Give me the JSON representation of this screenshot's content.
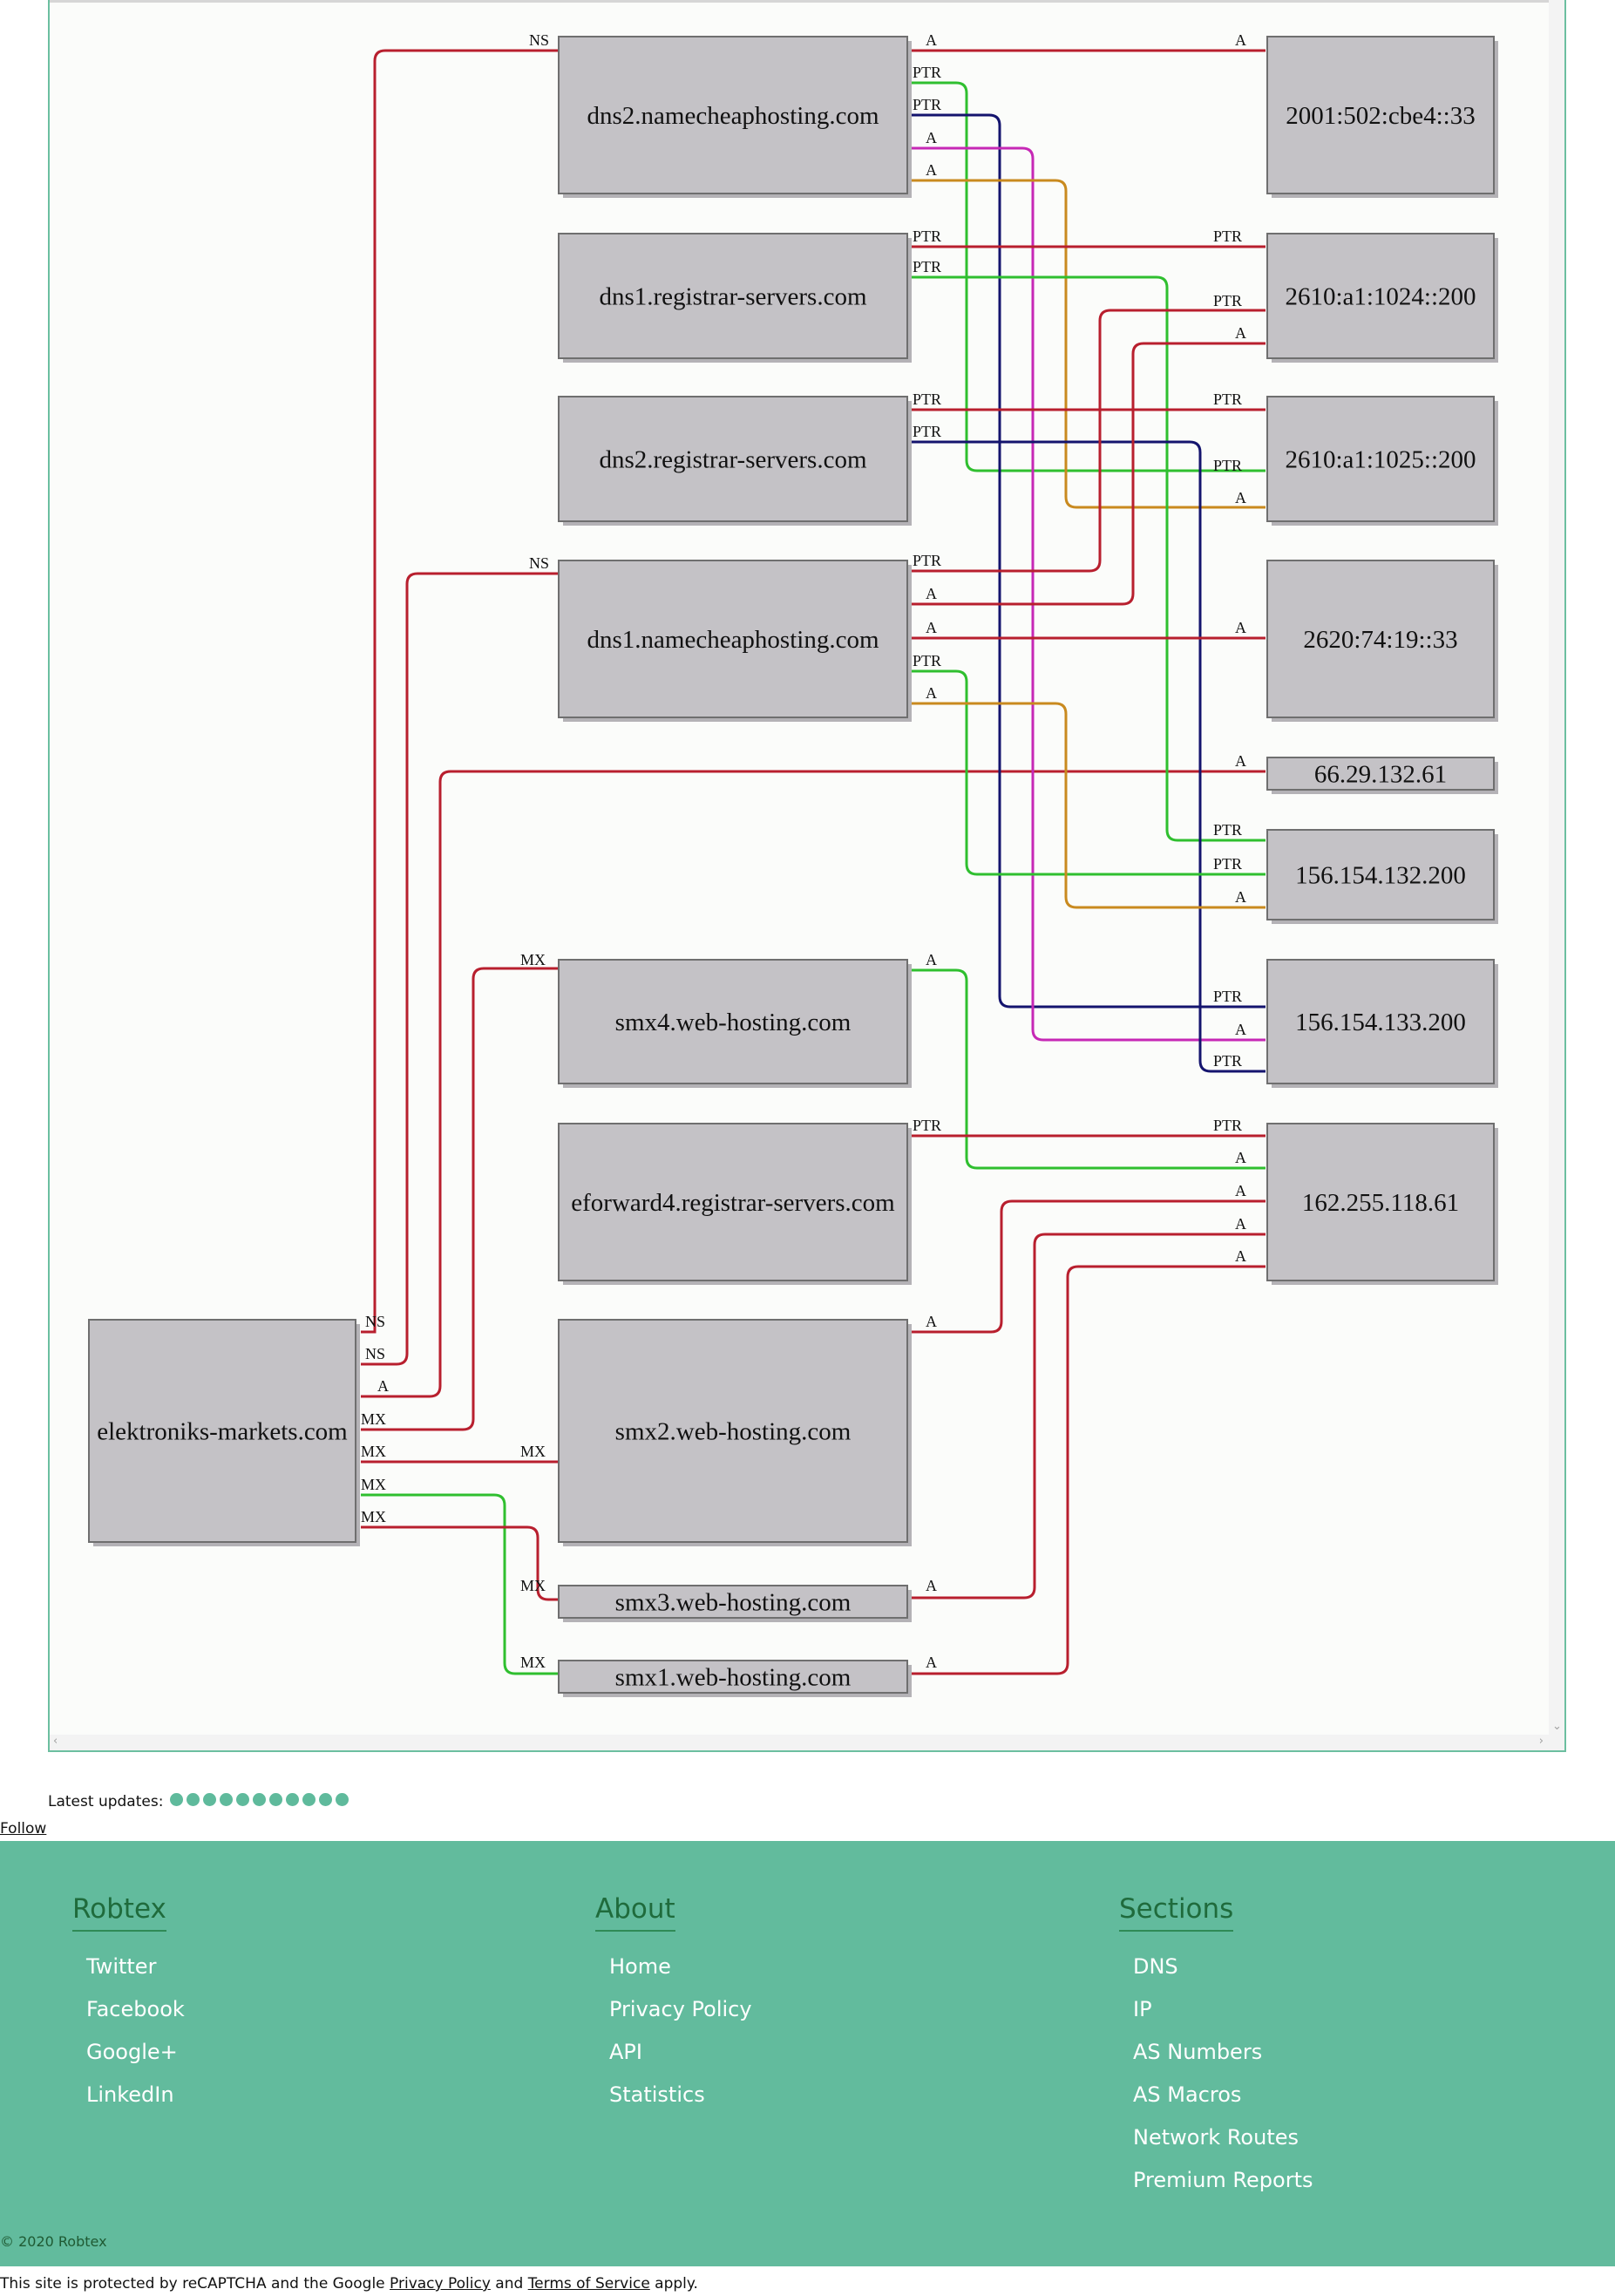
{
  "nodes": {
    "elektroniks": "elektroniks-markets.com",
    "dns2_nc": "dns2.namecheaphosting.com",
    "dns1_rs": "dns1.registrar-servers.com",
    "dns2_rs": "dns2.registrar-servers.com",
    "dns1_nc": "dns1.namecheaphosting.com",
    "smx4": "smx4.web-hosting.com",
    "eforward4": "eforward4.registrar-servers.com",
    "smx2": "smx2.web-hosting.com",
    "smx3": "smx3.web-hosting.com",
    "smx1": "smx1.web-hosting.com",
    "ip_2001": "2001:502:cbe4::33",
    "ip_2610_1024": "2610:a1:1024::200",
    "ip_2610_1025": "2610:a1:1025::200",
    "ip_2620": "2620:74:19::33",
    "ip_66": "66.29.132.61",
    "ip_156_132": "156.154.132.200",
    "ip_156_133": "156.154.133.200",
    "ip_162": "162.255.118.61"
  },
  "edge_types": {
    "ns": "NS",
    "a": "A",
    "mx": "MX",
    "ptr": "PTR"
  },
  "colors": {
    "red": "#b81f2e",
    "green": "#2fbf2f",
    "navy": "#14146e",
    "magenta": "#c628b5",
    "orange": "#c98a1f",
    "accent": "#62bb9d"
  },
  "updates": {
    "label": "Latest updates:",
    "dots": 11
  },
  "follow": "Follow",
  "footer": {
    "robtex": {
      "title": "Robtex",
      "items": [
        "Twitter",
        "Facebook",
        "Google+",
        "LinkedIn"
      ]
    },
    "about": {
      "title": "About",
      "items": [
        "Home",
        "Privacy Policy",
        "API",
        "Statistics"
      ]
    },
    "sections": {
      "title": "Sections",
      "items": [
        "DNS",
        "IP",
        "AS Numbers",
        "AS Macros",
        "Network Routes",
        "Premium Reports"
      ]
    },
    "copyright": "© 2020 Robtex"
  },
  "recaptcha": {
    "prefix": "This site is protected by reCAPTCHA and the Google ",
    "privacy": "Privacy Policy",
    "and": " and ",
    "terms": "Terms of Service",
    "suffix": " apply."
  }
}
